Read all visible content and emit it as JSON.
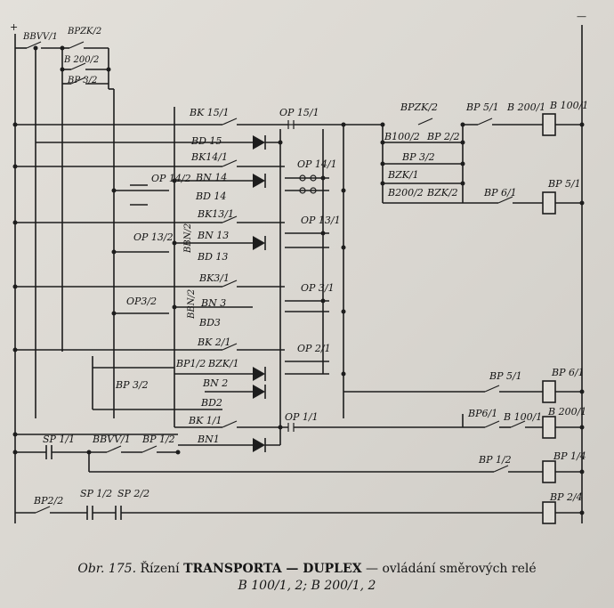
{
  "rails": {
    "plus": "+",
    "minus": "—"
  },
  "contacts": {
    "bbvv1": "BBVV/1",
    "bpzk2_top": "BPZK/2",
    "b200_2_top": "B 200/2",
    "bp3_2_top": "BP 3/2",
    "bk15_1": "BK 15/1",
    "op15_1": "OP 15/1",
    "bd15": "BD 15",
    "bk14_1": "BK14/1",
    "op14_1": "OP 14/1",
    "bn14": "BN 14",
    "bd14": "BD 14",
    "op14_2": "OP 14/2",
    "bk13_1": "BK13/1",
    "op13_1": "OP 13/1",
    "bn13": "BN 13",
    "bd13": "BD 13",
    "op13_2": "OP 13/2",
    "bbn2_a": "BBN/2",
    "bk3_1": "BK3/1",
    "op3_1": "OP 3/1",
    "bn3": "BN 3",
    "bd3": "BD3",
    "op3_2": "OP3/2",
    "bbn2_b": "BBN/2",
    "bk2_1": "BK 2/1",
    "op2_1": "OP 2/1",
    "bp1_2": "BP1/2",
    "bzk1": "BZK/1",
    "bp3_2": "BP 3/2",
    "bn2": "BN 2",
    "bd2": "BD2",
    "bk1_1": "BK 1/1",
    "op1_1": "OP 1/1",
    "bn1": "BN1",
    "sp1_1": "SP 1/1",
    "bbvv1_b": "BBVV/1",
    "bp1_2_b": "BP 1/2",
    "bp2_2": "BP2/2",
    "sp1_2": "SP 1/2",
    "sp2_2": "SP 2/2",
    "bpzk2_r": "BPZK/2",
    "bp5_1": "BP 5/1",
    "b200_1": "B 200/1",
    "b100_2": "B100/2",
    "bp2_2_r": "BP 2/2",
    "bp3_2_r": "BP 3/2",
    "bzk1_r": "BZK/1",
    "b200_2_r": "B200/2",
    "bzk2_r": "BZK/2",
    "bp6_1": "BP 6/1",
    "bp5_1_low": "BP 5/1",
    "bp6_1_low": "BP6/1",
    "b100_1_low": "B 100/1",
    "bp1_2_low": "BP 1/2"
  },
  "relays": {
    "b100_1": "B 100/1",
    "bp5_1": "BP 5/1",
    "bp6_1": "BP 6/1",
    "b200_1": "B 200/1",
    "bp1_4": "BP 1/4",
    "bp2_4": "BP 2/4"
  },
  "caption": {
    "fig": "Obr. 175.",
    "line1_a": " Řízení ",
    "line1_b": "TRANSPORTA — DUPLEX",
    "line1_c": " — ovládání směrových relé",
    "line2": "B 100/1, 2; B 200/1, 2"
  }
}
